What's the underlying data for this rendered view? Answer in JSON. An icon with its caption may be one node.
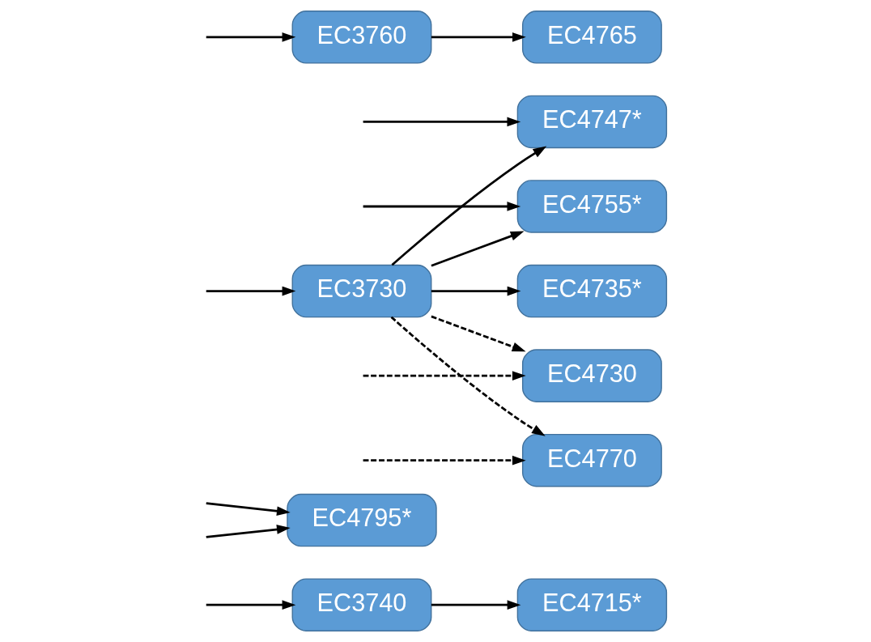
{
  "diagram": {
    "nodes": [
      {
        "text": [
          "EC3740"
        ]
      },
      {
        "text": [
          "EC4715*"
        ]
      },
      {
        "text": [
          "EC4795*"
        ]
      },
      {
        "text": [
          "EC3730"
        ]
      },
      {
        "text": [
          "EC4735*"
        ]
      },
      {
        "text": [
          "EC3760"
        ]
      },
      {
        "text": [
          "EC4765"
        ]
      },
      {
        "text": [
          "EC4747*"
        ]
      },
      {
        "text": [
          "EC4755*"
        ]
      },
      {
        "text": [
          "EC4730"
        ]
      },
      {
        "text": [
          "EC4770"
        ]
      }
    ],
    "edges": [
      {
        "from": null,
        "to": 0,
        "arrow": "to"
      },
      {
        "from": null,
        "to": 3,
        "arrow": "to"
      },
      {
        "from": null,
        "to": 5,
        "arrow": "to"
      },
      {
        "from": 0,
        "to": 1,
        "arrow": "to"
      },
      {
        "from": 3,
        "to": 4,
        "arrow": "to"
      },
      {
        "from": null,
        "to": 2,
        "arrow": "to"
      },
      {
        "from": 5,
        "to": 6,
        "arrow": "to"
      },
      {
        "from": 3,
        "to": 7,
        "arrow": "to"
      },
      {
        "from": 3,
        "to": 8,
        "arrow": "to"
      },
      {
        "from": null,
        "to": 8,
        "arrow": "to"
      },
      {
        "from": null,
        "to": 7,
        "arrow": "to"
      },
      {
        "from": null,
        "to": 2,
        "arrow": "to"
      },
      {
        "from": 3,
        "to": 9,
        "arrow": "to",
        "style": "dashed"
      },
      {
        "from": 3,
        "to": 10,
        "arrow": "to",
        "style": "dashed"
      },
      {
        "from": null,
        "to": 9,
        "arrow": "to",
        "style": "dashed"
      },
      {
        "from": null,
        "to": 10,
        "arrow": "to",
        "style": "dashed"
      }
    ]
  }
}
